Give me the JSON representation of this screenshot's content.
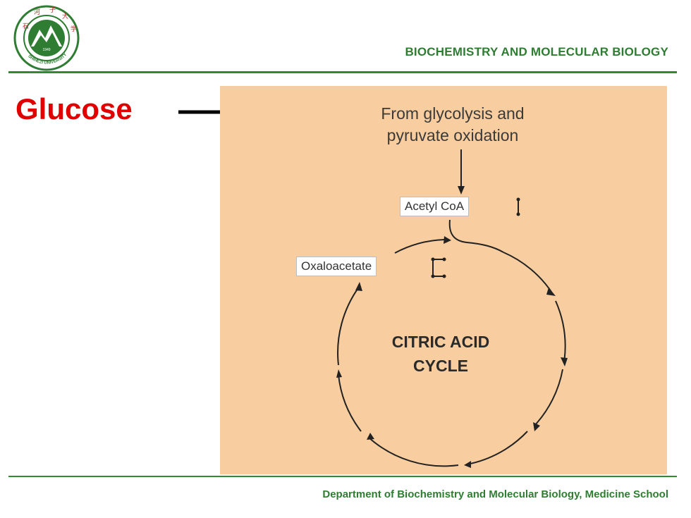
{
  "header": {
    "title": "BIOCHEMISTRY  AND MOLECULAR BIOLOGY",
    "logo_text": "SHIHEZI UNIVERSITY",
    "logo_year": "1949"
  },
  "slide": {
    "glucose_label": "Glucose"
  },
  "figure": {
    "source_line1": "From glycolysis and",
    "source_line2": "pyruvate oxidation",
    "acetyl_coa": "Acetyl CoA",
    "oxaloacetate": "Oxaloacetate",
    "cycle_line1": "CITRIC ACID",
    "cycle_line2": "CYCLE"
  },
  "footer": {
    "text": "Department of Biochemistry and Molecular Biology, Medicine School"
  },
  "colors": {
    "green": "#2e7d32",
    "red": "#e00000",
    "figure_bg": "#f8cea0"
  }
}
